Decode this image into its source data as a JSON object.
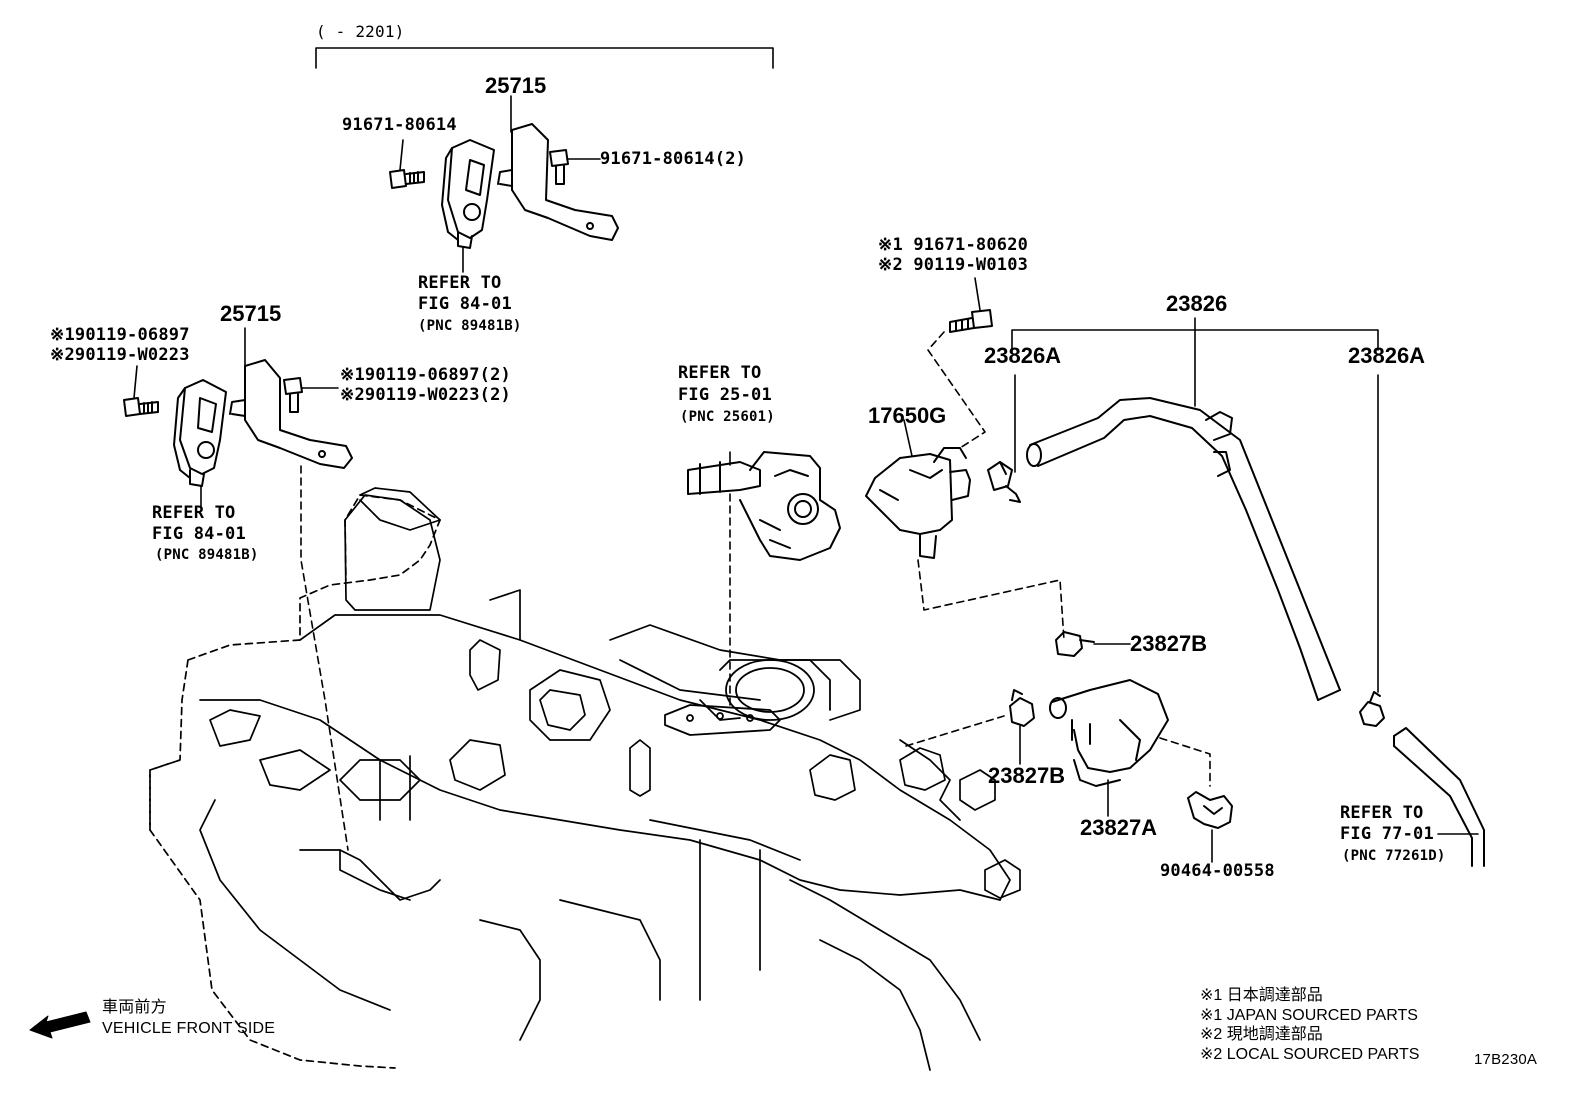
{
  "date_range": "(      - 2201)",
  "parts": {
    "bracket_top": "25715",
    "bolt_top_left": "91671-80614",
    "bolt_top_right": "91671-80614(2)",
    "refer_top": [
      "REFER TO",
      "FIG 84-01",
      "(PNC 89481B)"
    ],
    "bracket_left": "25715",
    "bolt_left": [
      "※190119-06897",
      "※290119-W0223"
    ],
    "bolt_left_right": [
      "※190119-06897(2)",
      "※290119-W0223(2)"
    ],
    "refer_left": [
      "REFER TO",
      "FIG 84-01",
      "(PNC 89481B)"
    ],
    "refer_throttle": [
      "REFER TO",
      "FIG 25-01",
      "(PNC 25601)"
    ],
    "bolt_vsv": [
      "※1 91671-80620",
      "※2 90119-W0103"
    ],
    "vsv": "17650G",
    "hose_main": "23826",
    "hose_a_left": "23826A",
    "hose_a_right": "23826A",
    "clamp_b_top": "23827B",
    "clamp_b_bottom": "23827B",
    "hose_23827a": "23827A",
    "clip": "90464-00558",
    "refer_right": [
      "REFER TO",
      "FIG 77-01",
      "(PNC 77261D)"
    ]
  },
  "front_side": {
    "jp": "車両前方",
    "en": "VEHICLE FRONT SIDE"
  },
  "legend": [
    "※1  日本調達部品",
    "※1  JAPAN SOURCED PARTS",
    "※2  現地調達部品",
    "※2  LOCAL SOURCED PARTS"
  ],
  "figure_code": "17B230A"
}
